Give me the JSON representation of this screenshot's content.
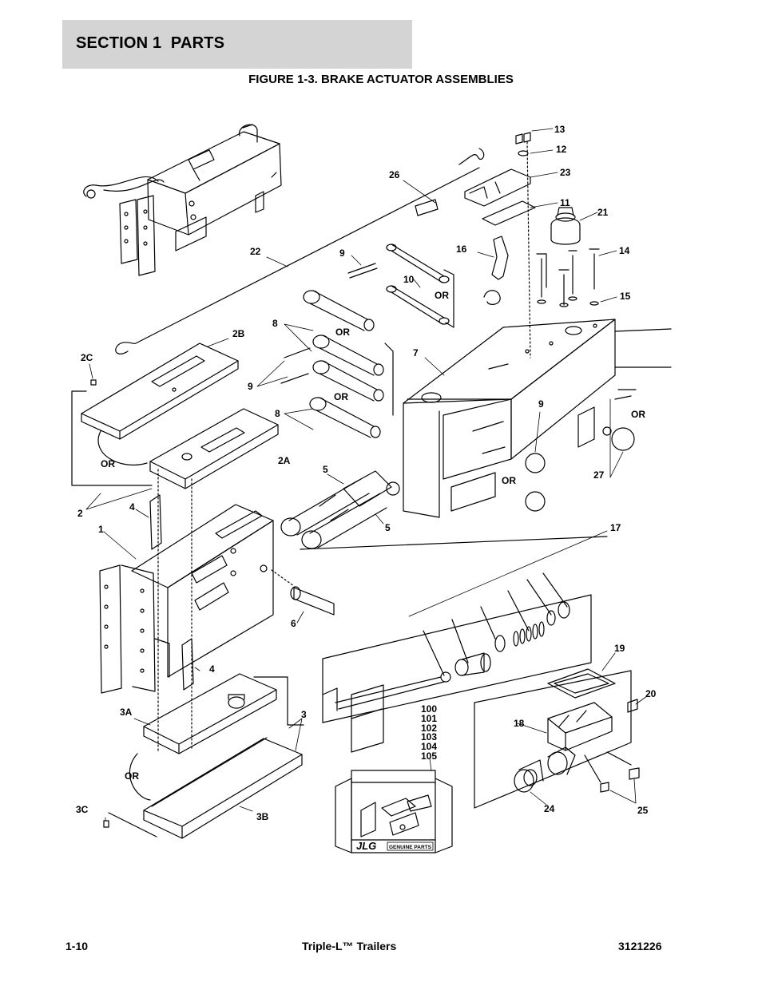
{
  "header": {
    "section_title": "SECTION 1  PARTS"
  },
  "figure": {
    "title": "FIGURE 1-3. BRAKE ACTUATOR ASSEMBLIES"
  },
  "callouts": {
    "c13": "13",
    "c12": "12",
    "c23": "23",
    "c11": "11",
    "c21": "21",
    "c26": "26",
    "c16": "16",
    "c14": "14",
    "c15": "15",
    "c22": "22",
    "c9a": "9",
    "c10": "10",
    "cOR1": "OR",
    "c8a": "8",
    "cOR2": "OR",
    "c2B": "2B",
    "c7": "7",
    "c2C": "2C",
    "c9b": "9",
    "cOR3": "OR",
    "c8b": "8",
    "c9c": "9",
    "cOR4": "OR",
    "cOR5": "OR",
    "c2A": "2A",
    "c27": "27",
    "cOR6": "OR",
    "c5a": "5",
    "c4a": "4",
    "c2": "2",
    "c1": "1",
    "c5b": "5",
    "c17": "17",
    "c6": "6",
    "c19": "19",
    "c4b": "4",
    "c20": "20",
    "c3": "3",
    "c3A": "3A",
    "c100": "100",
    "c101": "101",
    "c102": "102",
    "c103": "103",
    "c104": "104",
    "c105": "105",
    "c18": "18",
    "cOR7": "OR",
    "c3C": "3C",
    "c3B": "3B",
    "c24": "24",
    "c25": "25"
  },
  "kit": {
    "logo": "JLG",
    "badge": "GENUINE PARTS"
  },
  "footer": {
    "page": "1-10",
    "title": "Triple-L™ Trailers",
    "doc_number": "3121226"
  }
}
